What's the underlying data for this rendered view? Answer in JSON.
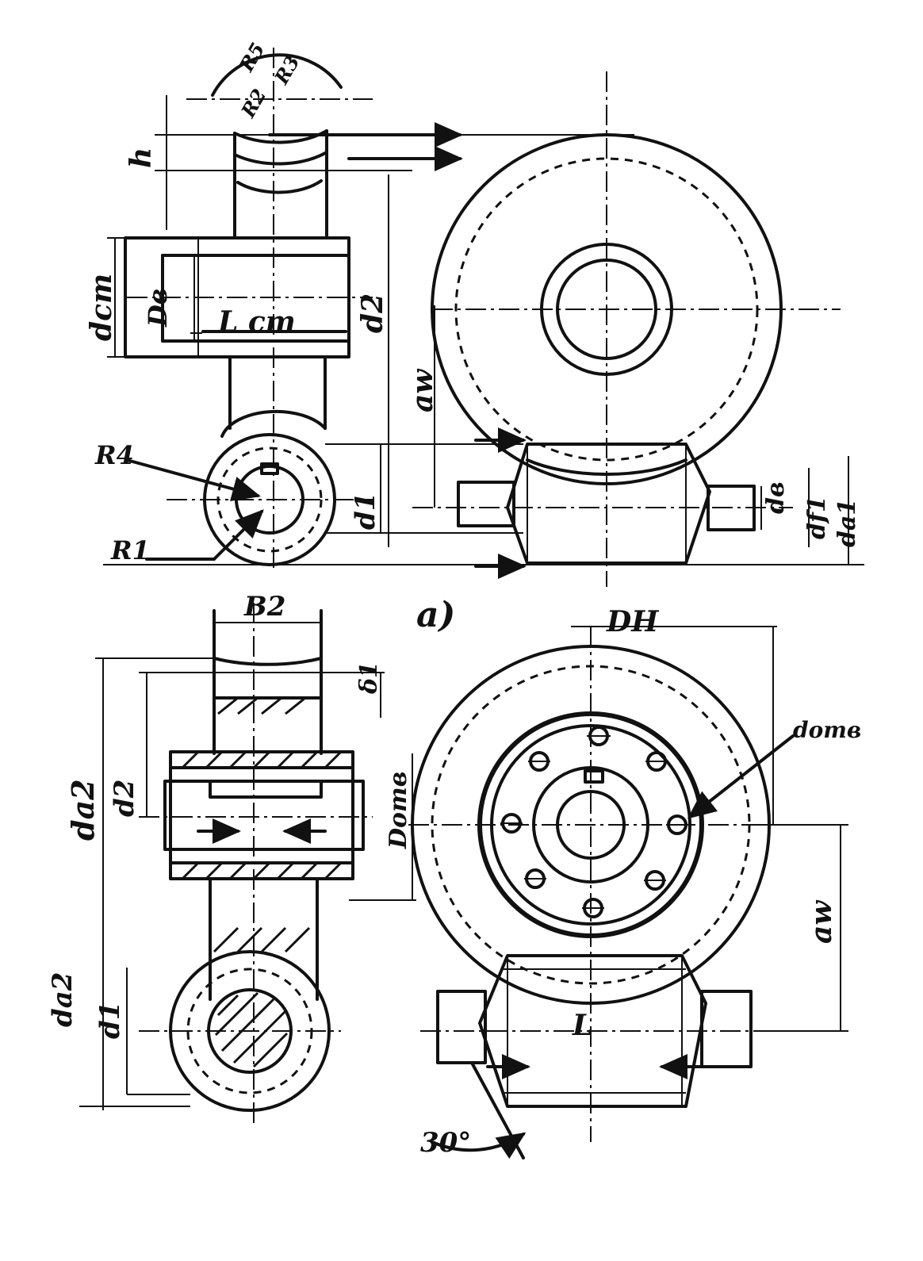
{
  "labels": {
    "R5": "R5",
    "R3": "R3",
    "R2": "R2",
    "h": "h",
    "dcm": "dcm",
    "Dv": "Dв",
    "Lcm": "L cm",
    "d2": "d2",
    "aw_top": "aw",
    "R4": "R4",
    "R1": "R1",
    "d1_top": "d1",
    "dv": "dв",
    "df1": "df1",
    "da1": "da1",
    "fig_a": "a)",
    "B2": "B2",
    "delta1": "δ1",
    "da2_left": "da2",
    "d2_left": "d2",
    "Dotv": "Dотв",
    "da2_bottom": "da2",
    "d1_bottom": "d1",
    "DH": "DH",
    "dotv": "dотв",
    "aw_bottom": "aw",
    "L": "L",
    "angle30": "30°"
  }
}
